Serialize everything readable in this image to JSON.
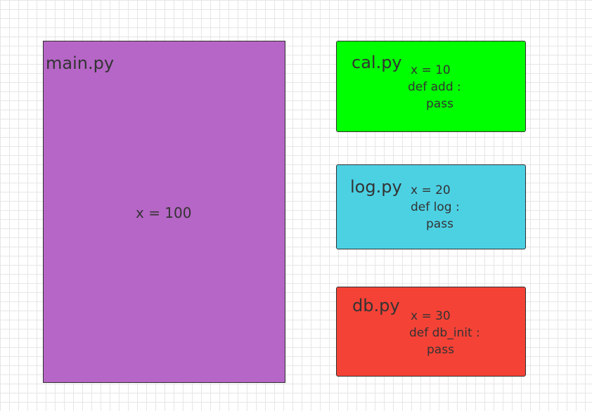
{
  "main": {
    "title": "main.py",
    "body": "x = 100",
    "color": "#b666c6"
  },
  "modules": [
    {
      "title": "cal.py",
      "color": "#00ff00",
      "lines": [
        "x = 10",
        "def add :",
        "pass"
      ]
    },
    {
      "title": "log.py",
      "color": "#4cd1e3",
      "lines": [
        "x = 20",
        "def log :",
        "pass"
      ]
    },
    {
      "title": "db.py",
      "color": "#f54236",
      "lines": [
        "x = 30",
        "def db_init :",
        "pass"
      ]
    }
  ]
}
